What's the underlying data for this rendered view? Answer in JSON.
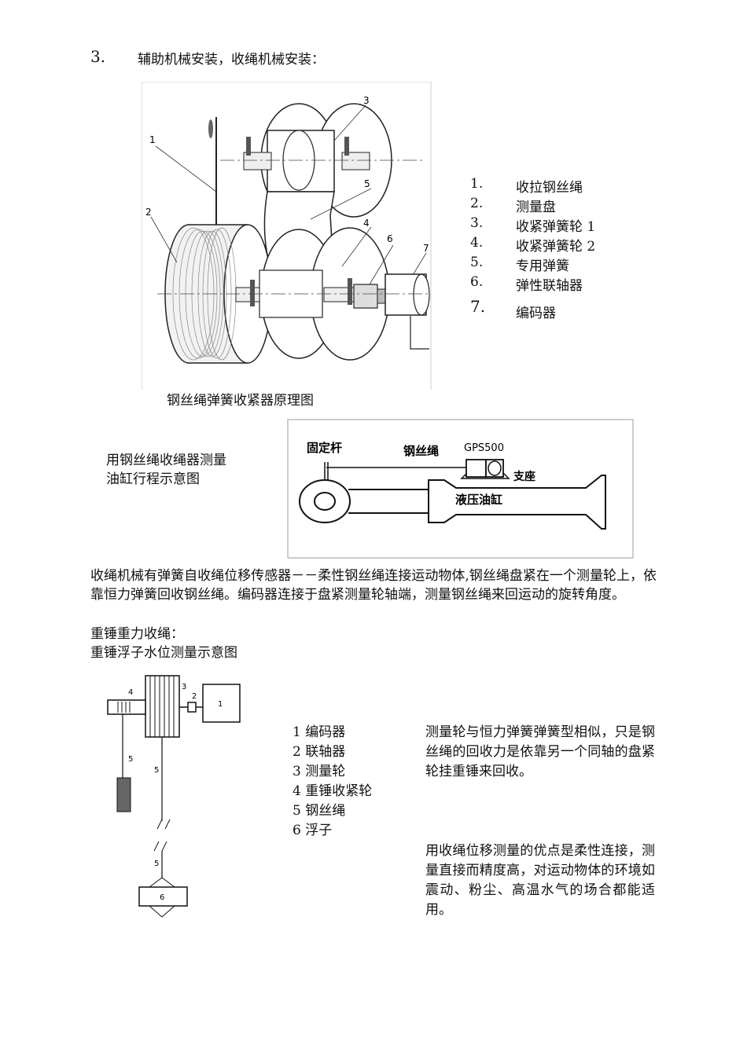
{
  "section": {
    "number": "3.",
    "heading": "辅助机械安装，收绳机械安装："
  },
  "figure1": {
    "caption": "钢丝绳弹簧收紧器原理图",
    "callouts": [
      "1",
      "2",
      "3",
      "4",
      "5",
      "6",
      "7"
    ],
    "legend": [
      {
        "n": "1.",
        "t": "收拉钢丝绳"
      },
      {
        "n": "2.",
        "t": "测量盘"
      },
      {
        "n": "3.",
        "t": "收紧弹簧轮 1"
      },
      {
        "n": "4.",
        "t": "收紧弹簧轮 2"
      },
      {
        "n": "5.",
        "t": "专用弹簧"
      },
      {
        "n": "6.",
        "t": "弹性联轴器"
      },
      {
        "n": "7.",
        "t": "编码器"
      }
    ]
  },
  "figure2": {
    "side_caption_line1": "用钢丝绳收绳器测量",
    "side_caption_line2": "油缸行程示意图",
    "labels": {
      "rod": "固定杆",
      "rope": "钢丝绳",
      "sensor": "GPS500",
      "mount": "支座",
      "cylinder": "液压油缸"
    }
  },
  "body": {
    "paragraph": "收绳机械有弹簧自收绳位移传感器－－柔性钢丝绳连接运动物体,钢丝绳盘紧在一个测量轮上，依靠恒力弹簧回收钢丝绳。编码器连接于盘紧测量轮轴端，测量钢丝绳来回运动的旋转角度。",
    "gravity_heading": "重锤重力收绳：",
    "float_heading": "重锤浮子水位测量示意图"
  },
  "figure3": {
    "callouts": {
      "n1": "1",
      "n2": "2",
      "n3": "3",
      "n4": "4",
      "n5a": "5",
      "n5b": "5",
      "n5c": "5",
      "n6": "6"
    },
    "legend": [
      "1 编码器",
      "2 联轴器",
      "3 测量轮",
      "4 重锤收紧轮",
      "5 钢丝绳",
      "6 浮子"
    ],
    "note1": "测量轮与恒力弹簧弹簧型相似，只是钢丝绳的回收力是依靠另一个同轴的盘紧轮挂重锤来回收。",
    "note2": "用收绳位移测量的优点是柔性连接，测量直接而精度高，对运动物体的环境如震动、粉尘、高温水气的场合都能适用。"
  }
}
